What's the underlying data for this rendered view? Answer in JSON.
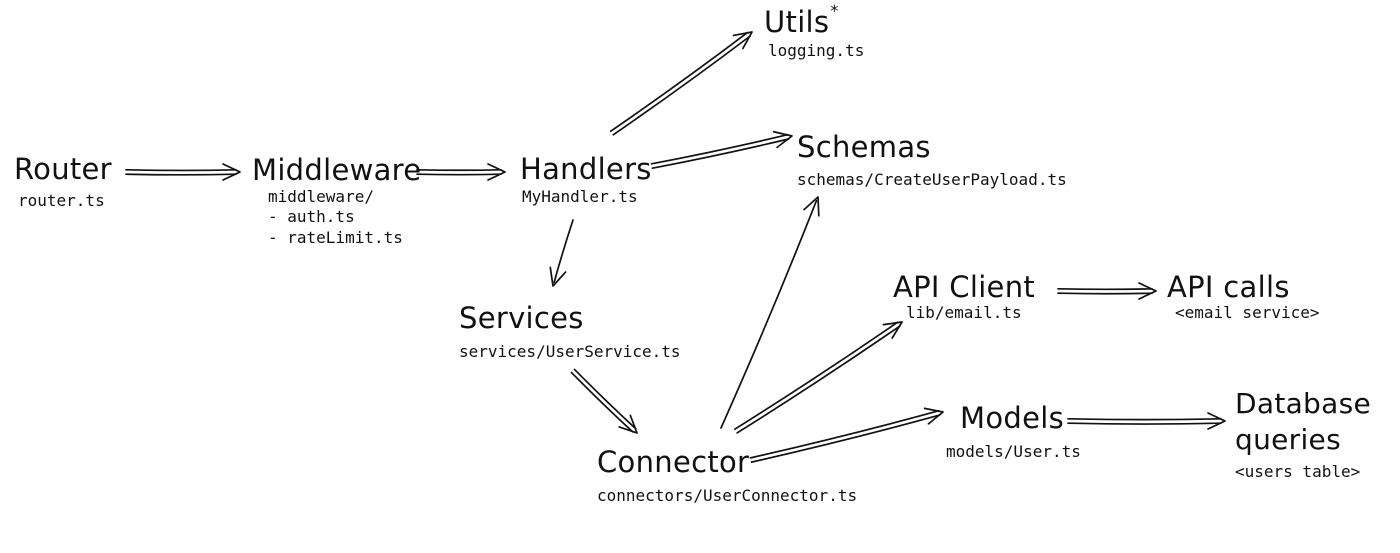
{
  "nodes": {
    "router": {
      "title": "Router",
      "lines": [
        "router.ts"
      ]
    },
    "middleware": {
      "title": "Middleware",
      "lines": [
        "middleware/",
        "- auth.ts",
        "- rateLimit.ts"
      ]
    },
    "handlers": {
      "title": "Handlers",
      "lines": [
        "MyHandler.ts"
      ]
    },
    "utils": {
      "title": "Utils",
      "title_mark": "*",
      "lines": [
        "logging.ts"
      ]
    },
    "schemas": {
      "title": "Schemas",
      "lines": [
        "schemas/CreateUserPayload.ts"
      ]
    },
    "services": {
      "title": "Services",
      "lines": [
        "services/UserService.ts"
      ]
    },
    "connector": {
      "title": "Connector",
      "lines": [
        "connectors/UserConnector.ts"
      ]
    },
    "api_client": {
      "title": "API Client",
      "lines": [
        "lib/email.ts"
      ]
    },
    "api_calls": {
      "title": "API calls",
      "lines": [
        "<email service>"
      ]
    },
    "models": {
      "title": "Models",
      "lines": [
        "models/User.ts"
      ]
    },
    "database": {
      "title_lines": [
        "Database",
        "queries"
      ],
      "lines": [
        "<users table>"
      ]
    }
  },
  "edges": [
    {
      "from": "router",
      "to": "middleware",
      "style": "double"
    },
    {
      "from": "middleware",
      "to": "handlers",
      "style": "double"
    },
    {
      "from": "handlers",
      "to": "utils",
      "style": "double"
    },
    {
      "from": "handlers",
      "to": "schemas",
      "style": "double"
    },
    {
      "from": "handlers",
      "to": "services",
      "style": "single"
    },
    {
      "from": "services",
      "to": "connector",
      "style": "double"
    },
    {
      "from": "connector",
      "to": "schemas",
      "style": "single"
    },
    {
      "from": "connector",
      "to": "api_client",
      "style": "double"
    },
    {
      "from": "connector",
      "to": "models",
      "style": "double"
    },
    {
      "from": "api_client",
      "to": "api_calls",
      "style": "double"
    },
    {
      "from": "models",
      "to": "database",
      "style": "double"
    }
  ]
}
